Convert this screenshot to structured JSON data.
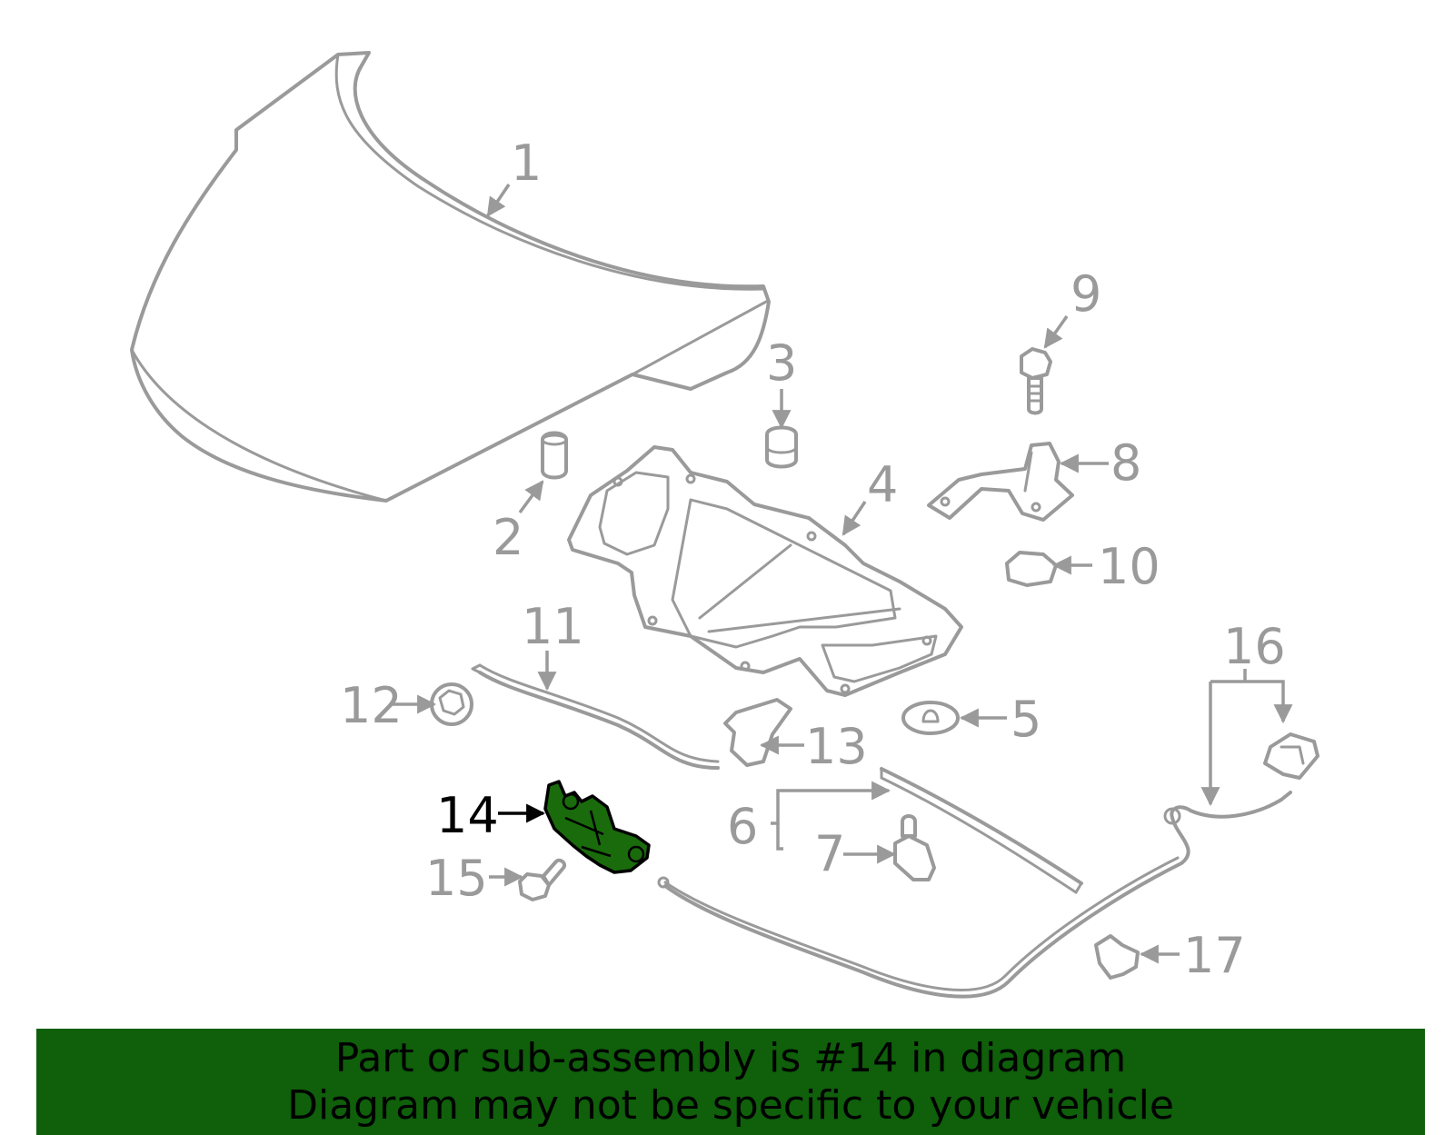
{
  "callouts": {
    "c1": "1",
    "c2": "2",
    "c3": "3",
    "c4": "4",
    "c5": "5",
    "c6": "6",
    "c7": "7",
    "c8": "8",
    "c9": "9",
    "c10": "10",
    "c11": "11",
    "c12": "12",
    "c13": "13",
    "c14": "14",
    "c15": "15",
    "c16": "16",
    "c17": "17"
  },
  "highlighted_part": "14",
  "colors": {
    "outline": "#9a9a9a",
    "highlight_fill": "#1a6b0c",
    "banner": "#0f5f0b"
  },
  "banner": {
    "line1": "Part or sub-assembly is #14 in diagram",
    "line2": "Diagram may not be specific to your vehicle"
  }
}
